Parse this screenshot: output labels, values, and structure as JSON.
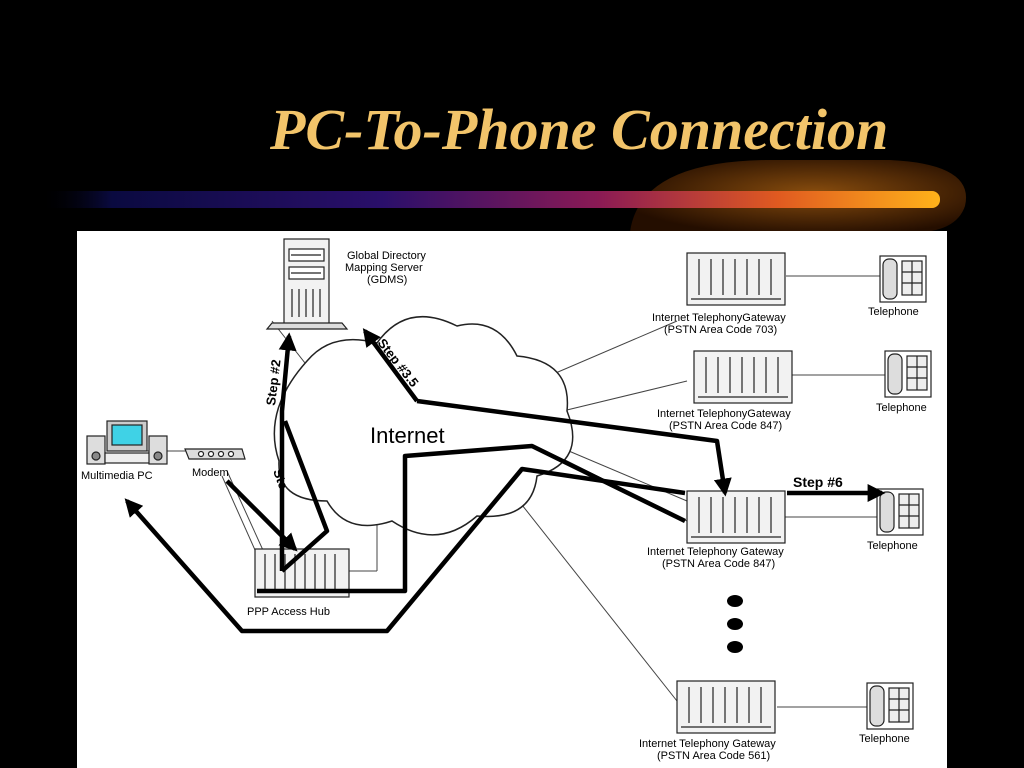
{
  "slide": {
    "title": "PC-To-Phone Connection"
  },
  "diagram": {
    "gdms_label": [
      "Global Directory",
      "Mapping Server",
      "(GDMS)"
    ],
    "cloud_label": "Internet",
    "pc_label": "Multimedia PC",
    "modem_label": "Modem",
    "hub_label": "PPP Access Hub",
    "step2_label": "Step #2",
    "step35_label": "Step #3.5",
    "ste_label": "Ste",
    "step6_label": "Step #6",
    "gateways": [
      {
        "name": "Internet TelephonyGateway",
        "area": "(PSTN Area Code 703)"
      },
      {
        "name": "Internet TelephonyGateway",
        "area": "(PSTN Area Code 847)"
      },
      {
        "name": "Internet Telephony Gateway",
        "area": "(PSTN Area Code 847)"
      },
      {
        "name": "Internet Telephony Gateway",
        "area": "(PSTN Area Code 561)"
      }
    ],
    "phone_label": "Telephone",
    "colors": {
      "title": "#f2c46a",
      "background": "#000000",
      "diagram_bg": "#ffffff",
      "screen": "#3fd2e6"
    }
  }
}
